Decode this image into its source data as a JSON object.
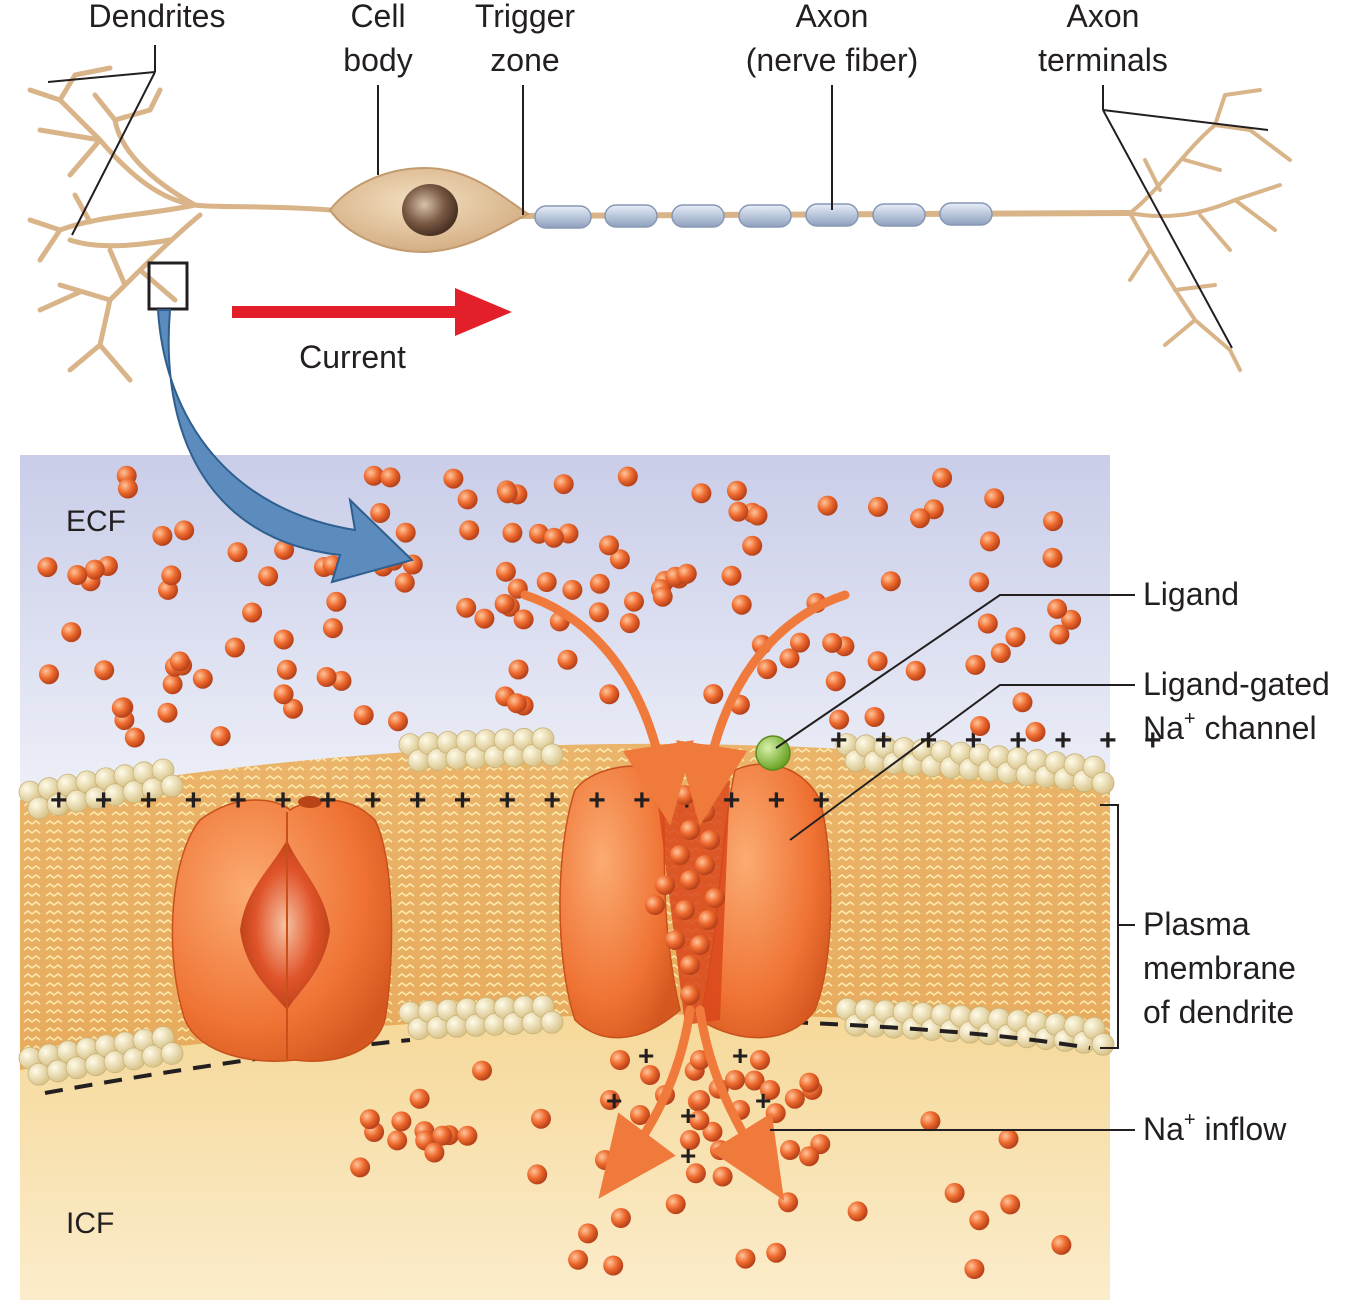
{
  "labels": {
    "dendrites": "Dendrites",
    "cell_body": [
      "Cell",
      "body"
    ],
    "trigger_zone": [
      "Trigger",
      "zone"
    ],
    "axon": [
      "Axon",
      "(nerve fiber)"
    ],
    "axon_terminals": [
      "Axon",
      "terminals"
    ],
    "current": "Current",
    "ecf": "ECF",
    "icf": "ICF",
    "ligand": "Ligand",
    "ligand_gated_channel": {
      "line1": "Ligand-gated",
      "prefix": "Na",
      "sup": "+",
      "suffix": " channel"
    },
    "plasma_membrane": [
      "Plasma",
      "membrane",
      "of dendrite"
    ],
    "na_inflow": {
      "prefix": "Na",
      "sup": "+",
      "suffix": " inflow"
    }
  },
  "colors": {
    "current_arrow": "#e3202a",
    "zoom_arrow": "#4d7fb0",
    "sodium_ion": "#e8602a",
    "ligand": "#8fc43a",
    "channel_protein": "#f07a3c",
    "ecf_fill": "#dcdff0",
    "icf_fill": "#f5d99a"
  }
}
